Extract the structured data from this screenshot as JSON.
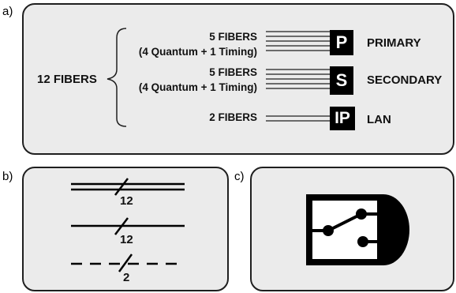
{
  "panel_labels": {
    "a": "a)",
    "b": "b)",
    "c": "c)"
  },
  "panel_a": {
    "total_label": "12 FIBERS",
    "groups": [
      {
        "count_label": "5 FIBERS",
        "detail": "(4 Quantum + 1 Timing)",
        "badge": "P",
        "name": "PRIMARY"
      },
      {
        "count_label": "5 FIBERS",
        "detail": "(4 Quantum + 1 Timing)",
        "badge": "S",
        "name": "SECONDARY"
      },
      {
        "count_label": "2 FIBERS",
        "badge": "IP",
        "name": "LAN"
      }
    ]
  },
  "panel_b": {
    "lines": [
      {
        "style": "double",
        "count": "12"
      },
      {
        "style": "single",
        "count": "12"
      },
      {
        "style": "dashed",
        "count": "2"
      }
    ]
  },
  "colors": {
    "panel_fill": "#ebebeb",
    "stroke": "#1f1f1f",
    "badge_fill": "#000000",
    "badge_text": "#ffffff"
  }
}
